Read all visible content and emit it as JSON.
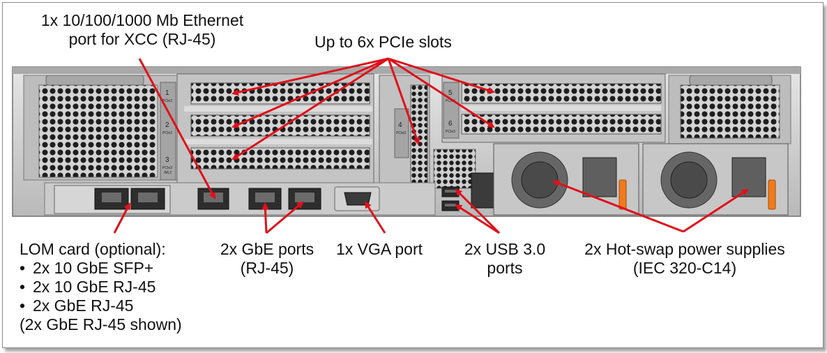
{
  "labels": {
    "xcc_line1": "1x 10/100/1000 Mb Ethernet",
    "xcc_line2": "port for XCC (RJ-45)",
    "pcie": "Up to 6x PCIe slots",
    "lom_title": "LOM card (optional):",
    "lom_items": [
      "2x 10 GbE SFP+",
      "2x 10 GbE RJ-45",
      "2x GbE RJ-45"
    ],
    "lom_note": "(2x GbE RJ-45 shown)",
    "gbe_line1": "2x GbE ports",
    "gbe_line2": "(RJ-45)",
    "vga": "1x VGA port",
    "usb_line1": "2x USB 3.0",
    "usb_line2": "ports",
    "psu_line1": "2x Hot-swap power supplies",
    "psu_line2": "(IEC 320-C14)",
    "bullet": "•"
  },
  "slot_labels": {
    "s1": "1",
    "s2": "2",
    "s3": "3",
    "s4": "4",
    "s5": "5",
    "s6": "6",
    "pcie_small": "PCIe3",
    "ml2_small": "/ML2"
  },
  "colors": {
    "arrow": "#e0101a",
    "chassis": "#c9c9c9",
    "chassis_dark": "#7d7d7d",
    "grille": "#2a2a2a",
    "psu_handle": "#f07a1e"
  }
}
